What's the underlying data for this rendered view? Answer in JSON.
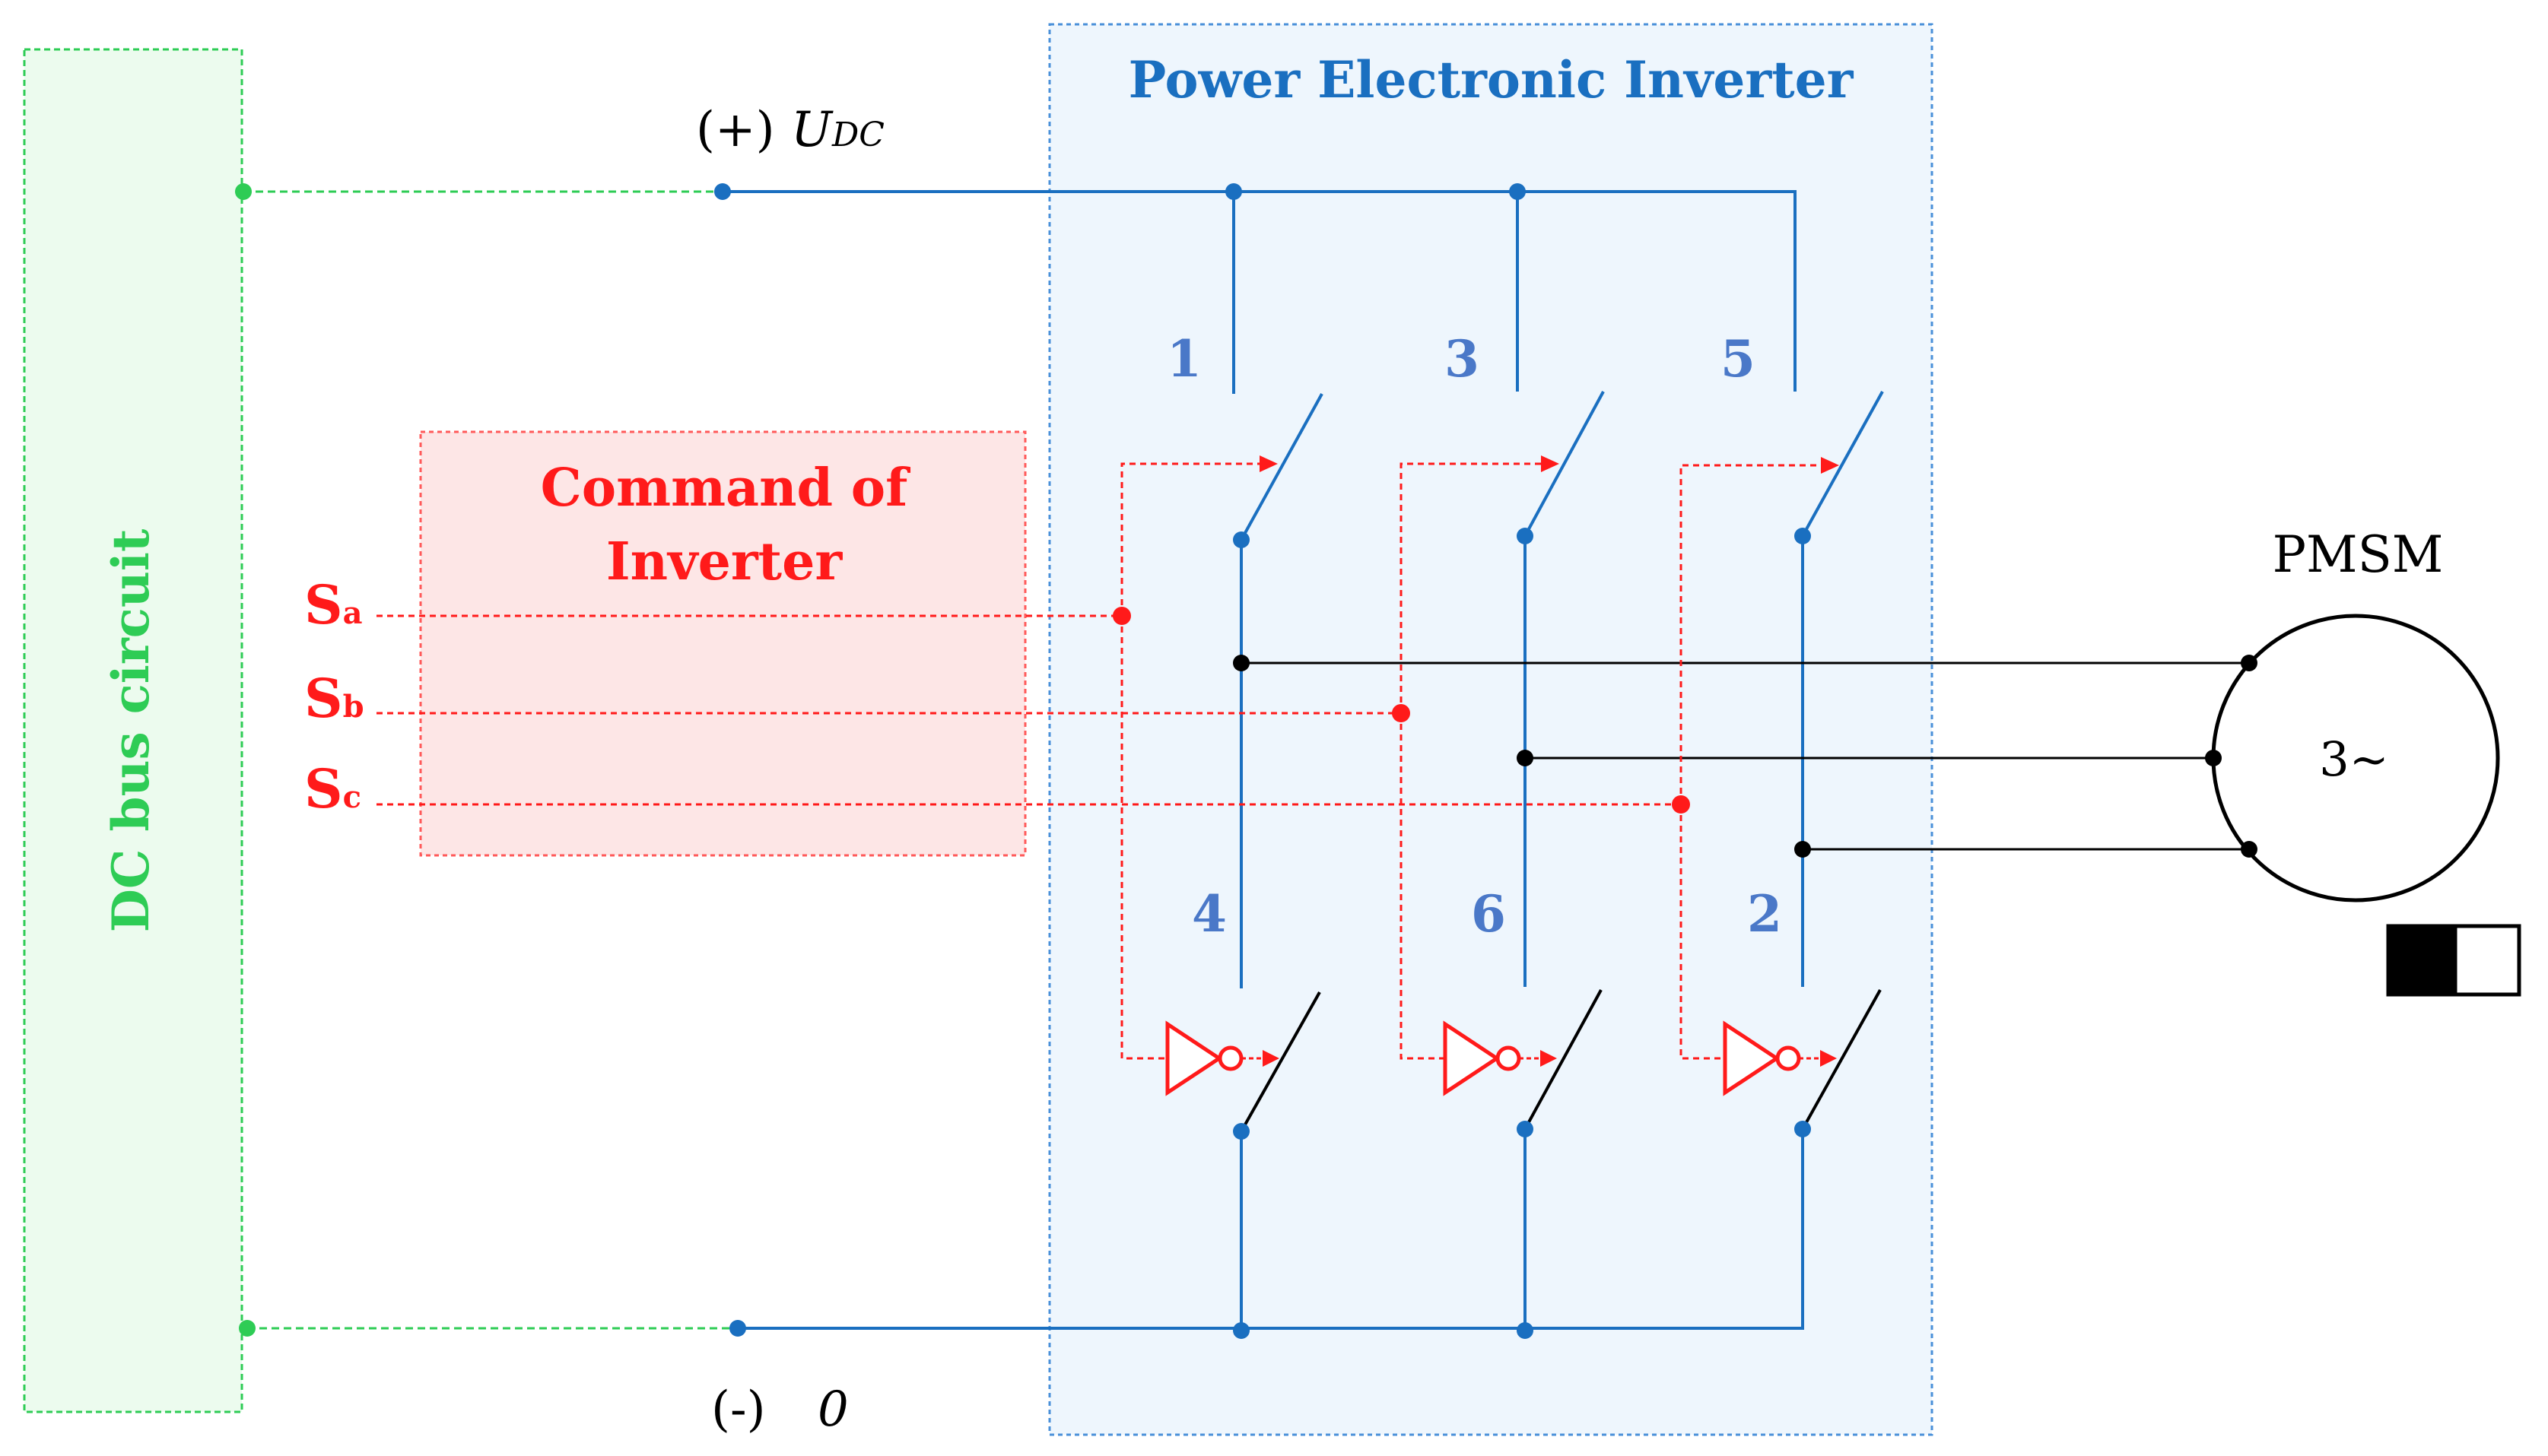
{
  "colors": {
    "dc_green": "#2ecc55",
    "dc_fill": "#ecfbee",
    "inverter_blue": "#1a6fc0",
    "inverter_fill": "#eef6fd",
    "inverter_border": "#4a90d9",
    "switch_label_blue": "#4a78c8",
    "command_red": "#ff1a1a",
    "command_fill": "#fde6e6",
    "black": "#000000"
  },
  "dc_bus": {
    "label": "DC bus circuit"
  },
  "inverter": {
    "title": "Power Electronic Inverter"
  },
  "command": {
    "line1": "Command of",
    "line2": "Inverter"
  },
  "supply": {
    "positive_sign": "(+)",
    "positive_symbol": "U",
    "positive_subscript": "DC",
    "negative_sign": "(-)",
    "negative_value": "0"
  },
  "signals": [
    {
      "letter": "S",
      "sub": "a"
    },
    {
      "letter": "S",
      "sub": "b"
    },
    {
      "letter": "S",
      "sub": "c"
    }
  ],
  "switches": {
    "upper": [
      "1",
      "3",
      "5"
    ],
    "lower": [
      "4",
      "6",
      "2"
    ]
  },
  "motor": {
    "name": "PMSM",
    "symbol": "3~"
  },
  "icons": {
    "not_gate": "not-gate-icon",
    "switch": "switch-icon",
    "motor": "motor-icon",
    "toggle": "toggle-icon"
  }
}
